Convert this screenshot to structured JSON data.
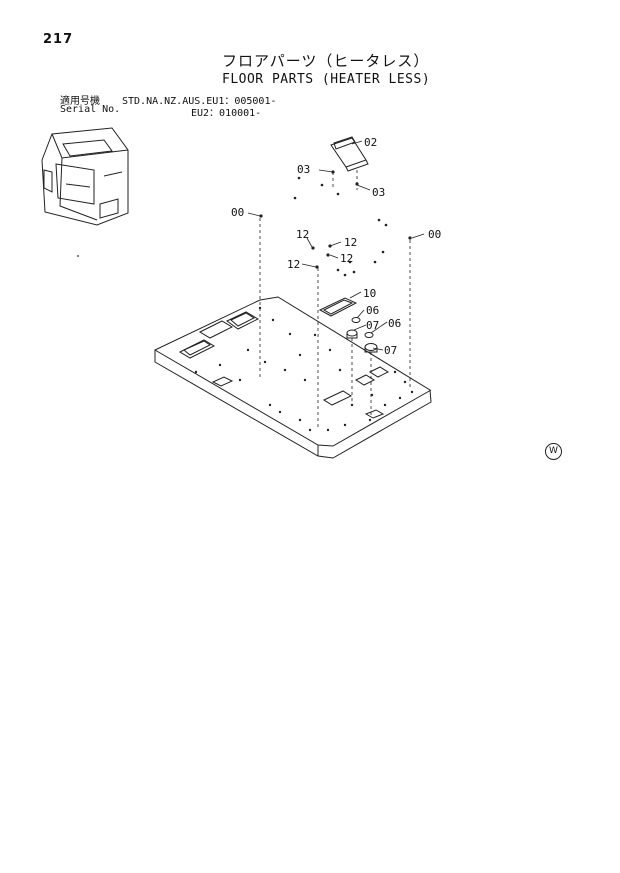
{
  "page": {
    "number": "217",
    "title_jp": "フロアパーツ（ヒータレス）",
    "title_en": "FLOOR PARTS (HEATER LESS)"
  },
  "serial": {
    "label_jp": "適用号機",
    "label_en": "Serial No.",
    "models": "STD.NA.NZ.AUS.EU1：005001-",
    "eu2": "EU2：010001-"
  },
  "callouts": [
    "02",
    "03",
    "03",
    "00",
    "00",
    "12",
    "12",
    "12",
    "12",
    "10",
    "06",
    "07",
    "06",
    "07"
  ],
  "corner_mark": "W"
}
